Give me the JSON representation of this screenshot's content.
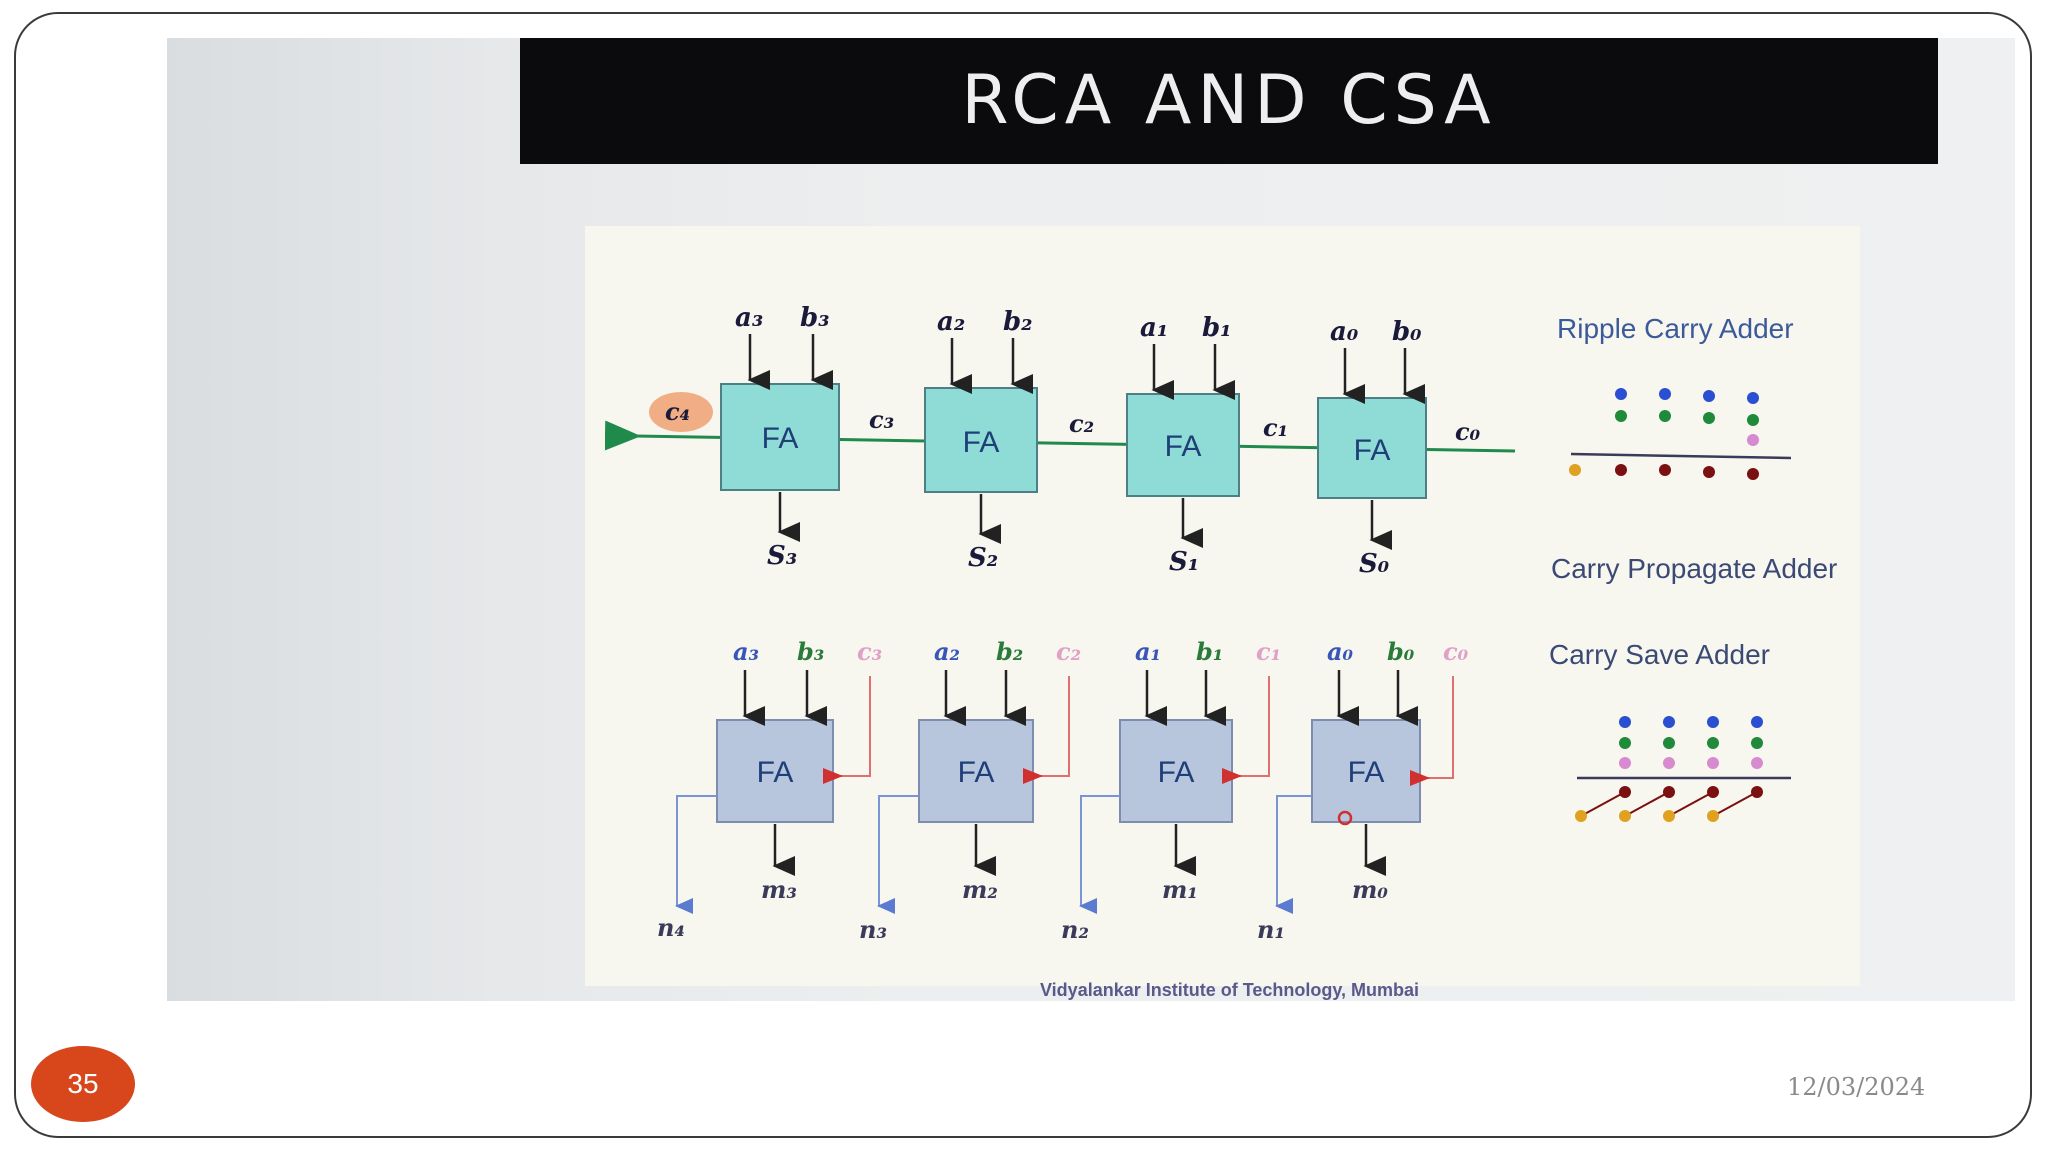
{
  "slide": {
    "title": "RCA AND CSA",
    "page_number": "35",
    "date": "12/03/2024",
    "footer": "Vidyalankar Institute of Technology, Mumbai"
  },
  "rca": {
    "block_label": "FA",
    "inputs": [
      {
        "a": "a₃",
        "b": "b₃"
      },
      {
        "a": "a₂",
        "b": "b₂"
      },
      {
        "a": "a₁",
        "b": "b₁"
      },
      {
        "a": "a₀",
        "b": "b₀"
      }
    ],
    "sums": [
      "S₃",
      "S₂",
      "S₁",
      "S₀"
    ],
    "carries": [
      "c₄",
      "c₃",
      "c₂",
      "c₁",
      "c₀"
    ]
  },
  "csa": {
    "block_label": "FA",
    "inputs": [
      {
        "a": "a₃",
        "b": "b₃",
        "c": "c₃"
      },
      {
        "a": "a₂",
        "b": "b₂",
        "c": "c₂"
      },
      {
        "a": "a₁",
        "b": "b₁",
        "c": "c₁"
      },
      {
        "a": "a₀",
        "b": "b₀",
        "c": "c₀"
      }
    ],
    "m_outputs": [
      "m₃",
      "m₂",
      "m₁",
      "m₀"
    ],
    "n_outputs": [
      "n₄",
      "n₃",
      "n₂",
      "n₁"
    ]
  },
  "legend": {
    "ripple": "Ripple Carry Adder",
    "propagate": "Carry Propagate Adder",
    "save": "Carry Save Adder"
  },
  "colors": {
    "input_dot": "#2a4fd0",
    "input_dot2": "#1f8a3a",
    "carry_dot": "#d78ad0",
    "result_dot": "#7a1010",
    "carry_out_dot": "#e0a020",
    "rca_block": "#8fdcd6",
    "csa_block": "#b7c5dd",
    "page_badge": "#d8461b"
  }
}
